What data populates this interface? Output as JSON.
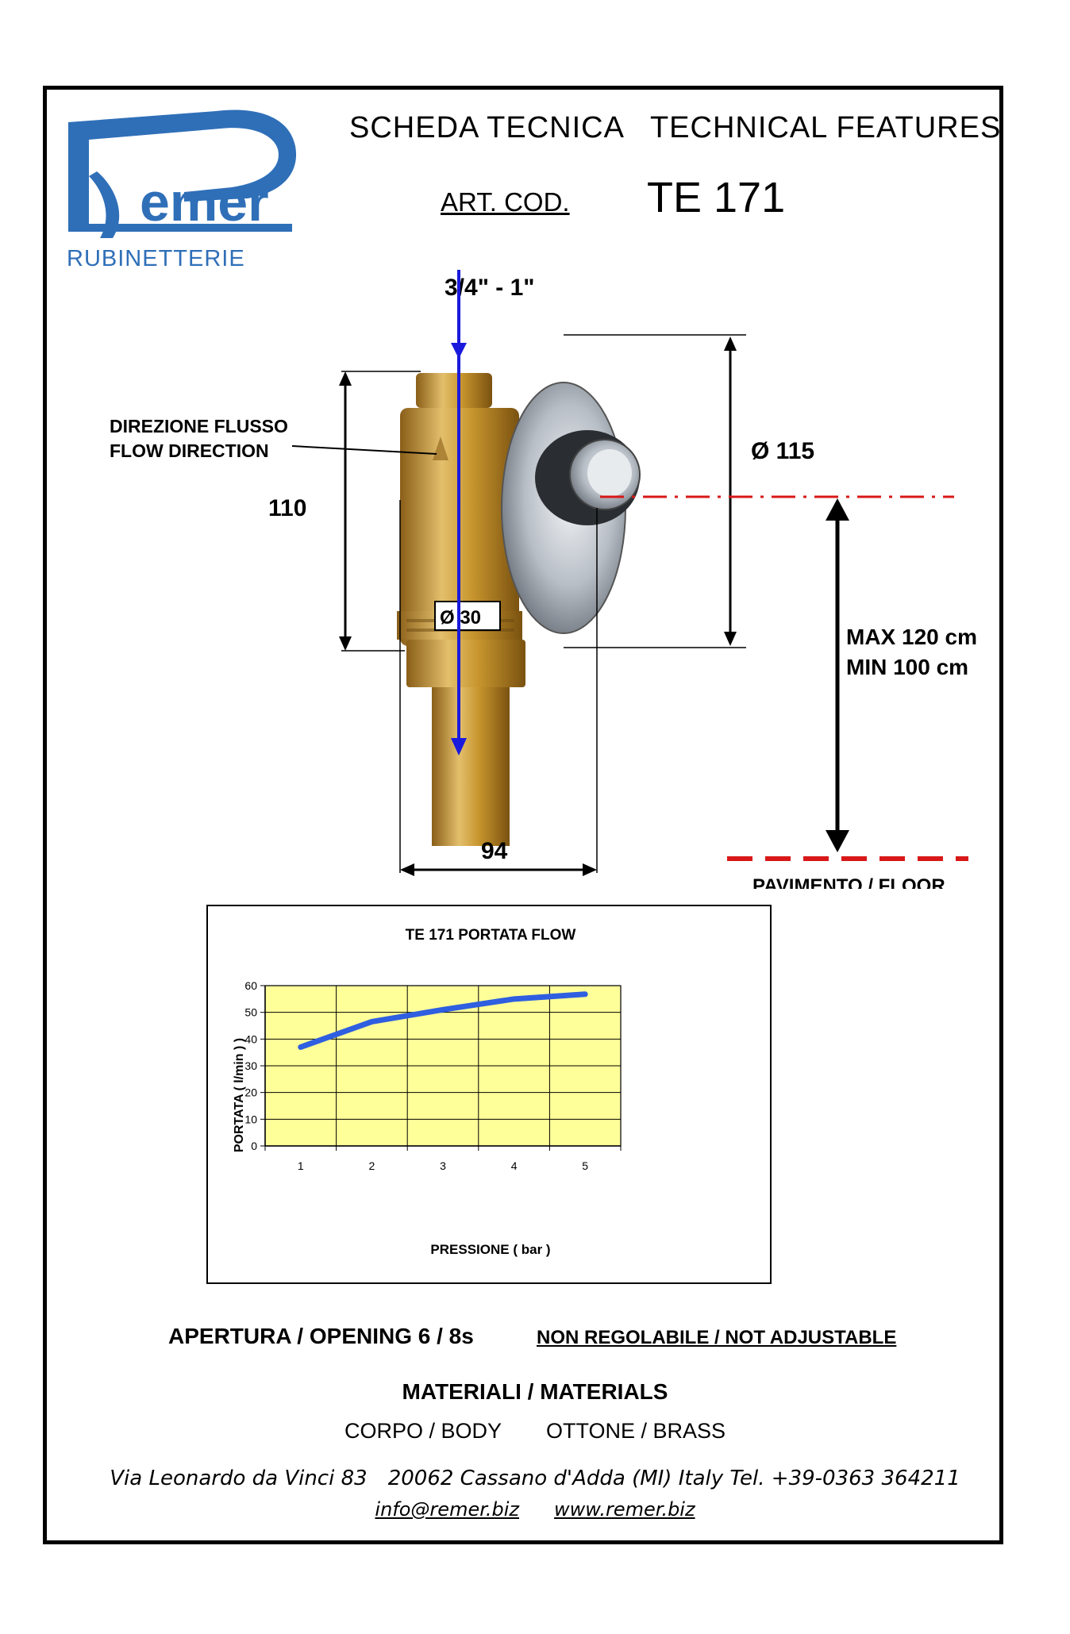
{
  "brand": {
    "logo_text": "emer",
    "logo_letter": "R",
    "subtitle": "RUBINETTERIE",
    "colors": {
      "primary": "#2f6fb8"
    }
  },
  "header": {
    "title_it": "SCHEDA TECNICA",
    "title_en": "TECHNICAL FEATURES",
    "art_label": "ART. COD.",
    "art_code": "TE 171"
  },
  "drawing": {
    "inlet_size": "3/4\" - 1\"",
    "flow_direction_it": "DIREZIONE FLUSSO",
    "flow_direction_en": "FLOW DIRECTION",
    "height_dim": "110",
    "plate_diameter": "Ø 115",
    "outlet_diameter": "Ø 30",
    "depth_dim": "94",
    "max_height": "MAX  120 cm",
    "min_height": "MIN   100 cm",
    "floor_label": "PAVIMENTO / FLOOR",
    "colors": {
      "arrow_blue": "#1a1adc",
      "centerline_red": "#d81818",
      "brass": "#c89a3c",
      "chrome": "#b9bfc6"
    }
  },
  "chart_data": {
    "type": "line",
    "title": "TE 171 PORTATA  FLOW",
    "xlabel": "PRESSIONE ( bar )",
    "ylabel": "PORTATA ( l/min ) )",
    "x": [
      1,
      2,
      3,
      4,
      5
    ],
    "categories": [
      "1",
      "2",
      "3",
      "4",
      "5"
    ],
    "series": [
      {
        "values": [
          37,
          46.5,
          51,
          55,
          56.8
        ]
      }
    ],
    "ylim": [
      0,
      60
    ],
    "yticks": [
      0,
      10,
      20,
      30,
      40,
      50,
      60
    ],
    "grid": true,
    "plot_background": "#ffff99",
    "line_color": "#2f5fe0"
  },
  "specs": {
    "opening_label": "APERTURA / OPENING  6 / 8s",
    "opening_note": "NON REGOLABILE / NOT ADJUSTABLE",
    "materials_title": "MATERIALI / MATERIALS",
    "body_label": "CORPO / BODY",
    "body_material": "OTTONE / BRASS"
  },
  "footer": {
    "address": "Via Leonardo da Vinci 83",
    "city": "20062 Cassano d'Adda (MI) Italy Tel. +39-0363 364211",
    "email": "info@remer.biz",
    "website": "www.remer.biz"
  }
}
